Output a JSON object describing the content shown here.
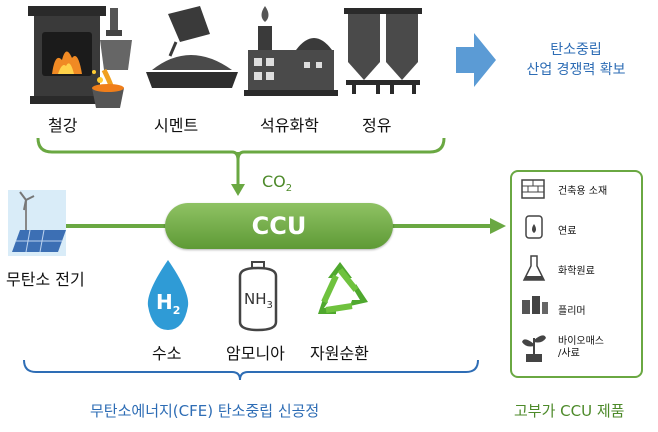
{
  "industries": [
    "철강",
    "시멘트",
    "석유화학",
    "정유"
  ],
  "goal": {
    "line1": "탄소중립",
    "line2": "산업 경쟁력 확보"
  },
  "co2": {
    "main": "CO",
    "sub": "2"
  },
  "ccu": "CCU",
  "cfe_sources": {
    "power": "무탄소 전기",
    "hydrogen": "수소",
    "ammonia": "암모니아",
    "recycle": "자원순환"
  },
  "icon_text": {
    "h": "H",
    "h_sub": "2",
    "nh": "NH",
    "nh_sub": "3"
  },
  "products": [
    "건축용 소재",
    "연료",
    "화학원료",
    "플리머",
    "바이오매스\n/사료"
  ],
  "footer": {
    "left": "무탄소에너지(CFE) 탄소중립 신공정",
    "right": "고부가 CCU 제품"
  },
  "colors": {
    "green": "#6aa842",
    "blue": "#2e6db5",
    "arrow_blue": "#5b9bd5"
  }
}
